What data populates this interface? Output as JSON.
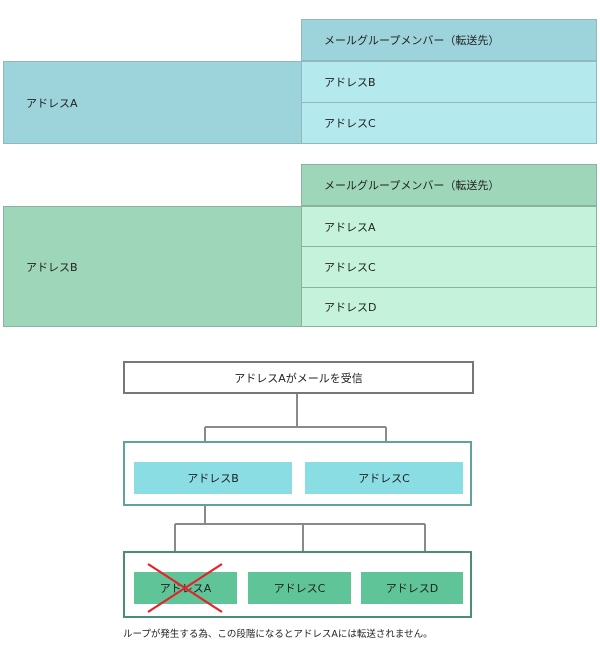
{
  "table1": {
    "header": "メールグループメンバー（転送先）",
    "group": "アドレスA",
    "members": [
      "アドレスB",
      "アドレスC"
    ]
  },
  "table2": {
    "header": "メールグループメンバー（転送先）",
    "group": "アドレスB",
    "members": [
      "アドレスA",
      "アドレスC",
      "アドレスD"
    ]
  },
  "diagram": {
    "top": "アドレスAがメールを受信",
    "level1": [
      "アドレスB",
      "アドレスC"
    ],
    "level2": [
      "アドレスA",
      "アドレスC",
      "アドレスD"
    ],
    "note": "ループが発生する為、この段階になるとアドレスAには転送されません。"
  },
  "colors": {
    "blue_header": "#9dd4dc",
    "blue_cell": "#b4eaee",
    "green_header": "#9ed6b9",
    "green_cell": "#c5f2da",
    "node_blue": "#89dde3",
    "node_green": "#5fc497",
    "cross": "#e8202a"
  }
}
